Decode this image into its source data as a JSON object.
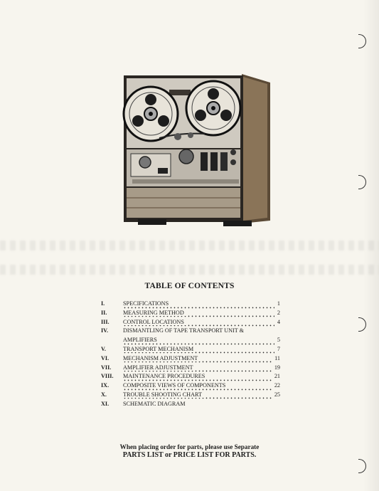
{
  "toc": {
    "title": "TABLE OF CONTENTS",
    "entries": [
      {
        "num": "I.",
        "label": "SPECIFICATIONS",
        "page": "1"
      },
      {
        "num": "II.",
        "label": "MEASURING METHOD",
        "page": "2"
      },
      {
        "num": "III.",
        "label": "CONTROL LOCATIONS",
        "page": "4"
      },
      {
        "num": "IV.",
        "label": "DISMANTLING OF TAPE TRANSPORT UNIT &",
        "page": ""
      },
      {
        "num": "",
        "label": "AMPLIFIERS",
        "page": "5"
      },
      {
        "num": "V.",
        "label": "TRANSPORT MECHANISM",
        "page": "7"
      },
      {
        "num": "VI.",
        "label": "MECHANISM ADJUSTMENT",
        "page": "11"
      },
      {
        "num": "VII.",
        "label": "AMPLIFIER ADJUSTMENT",
        "page": "19"
      },
      {
        "num": "VIII.",
        "label": "MAINTENANCE PROCEDURES",
        "page": "21"
      },
      {
        "num": "IX.",
        "label": "COMPOSITE VIEWS OF COMPONENTS",
        "page": "22"
      },
      {
        "num": "X.",
        "label": "TROUBLE SHOOTING CHART",
        "page": "25"
      },
      {
        "num": "XI.",
        "label": "SCHEMATIC DIAGRAM",
        "page": ""
      }
    ]
  },
  "note": {
    "line1": "When placing order for parts, please use Separate",
    "line2": "PARTS LIST or PRICE LIST FOR PARTS."
  },
  "colors": {
    "paper": "#f7f5ee",
    "ink": "#1d1d1d"
  }
}
